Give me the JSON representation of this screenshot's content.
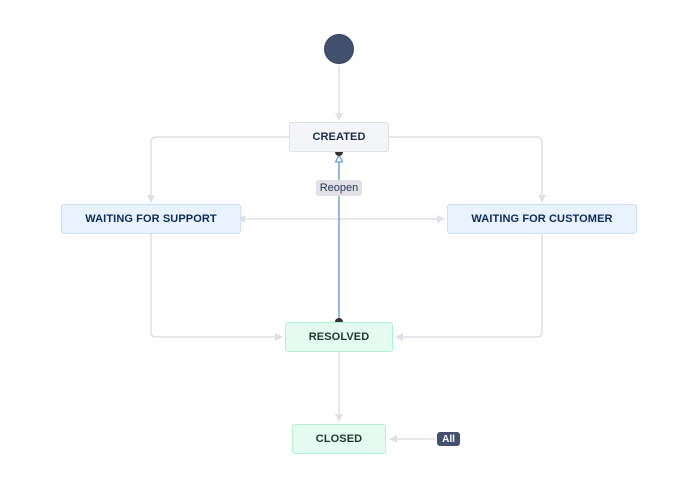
{
  "workflow": {
    "statuses": {
      "created": "CREATED",
      "waiting_support": "WAITING FOR SUPPORT",
      "waiting_customer": "WAITING FOR CUSTOMER",
      "resolved": "RESOLVED",
      "closed": "CLOSED"
    },
    "transitions": {
      "reopen": "Reopen",
      "all": "All"
    },
    "colors": {
      "start_node": "#42526e",
      "connector": "#dfe1e6",
      "selected_transition": "#4a90d9"
    }
  }
}
